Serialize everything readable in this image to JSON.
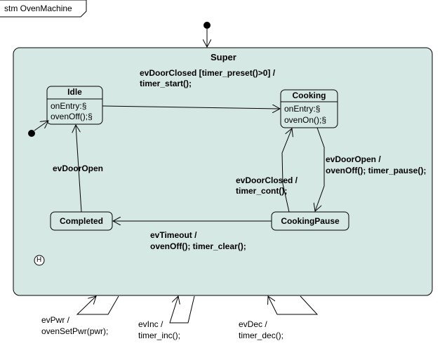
{
  "frame": {
    "label": "stm OvenMachine"
  },
  "superstate": {
    "name": "Super",
    "color": "#d5e8e4"
  },
  "states": {
    "idle": {
      "name": "Idle",
      "entry": "onEntry:§",
      "exit": "ovenOff();§"
    },
    "cooking": {
      "name": "Cooking",
      "entry": "onEntry:§",
      "exit": "ovenOn();§"
    },
    "completed": {
      "name": "Completed"
    },
    "cookingpause": {
      "name": "CookingPause"
    }
  },
  "history": {
    "symbol": "H"
  },
  "transitions": {
    "idle_to_cooking": {
      "line1": "evDoorClosed [timer_preset()>0] /",
      "line2": "timer_start();"
    },
    "cooking_to_pause": {
      "line1": "evDoorOpen /",
      "line2": "ovenOff(); timer_pause();"
    },
    "pause_to_cooking": {
      "line1": "evDoorClosed /",
      "line2": "timer_cont();"
    },
    "pause_to_completed": {
      "line1": "evTimeout /",
      "line2": "ovenOff(); timer_clear();"
    },
    "completed_to_idle": {
      "line1": "evDoorOpen"
    },
    "self_pwr": {
      "line1": "evPwr /",
      "line2": "ovenSetPwr(pwr);"
    },
    "self_inc": {
      "line1": "evInc /",
      "line2": "timer_inc();"
    },
    "self_dec": {
      "line1": "evDec /",
      "line2": "timer_dec();"
    }
  }
}
